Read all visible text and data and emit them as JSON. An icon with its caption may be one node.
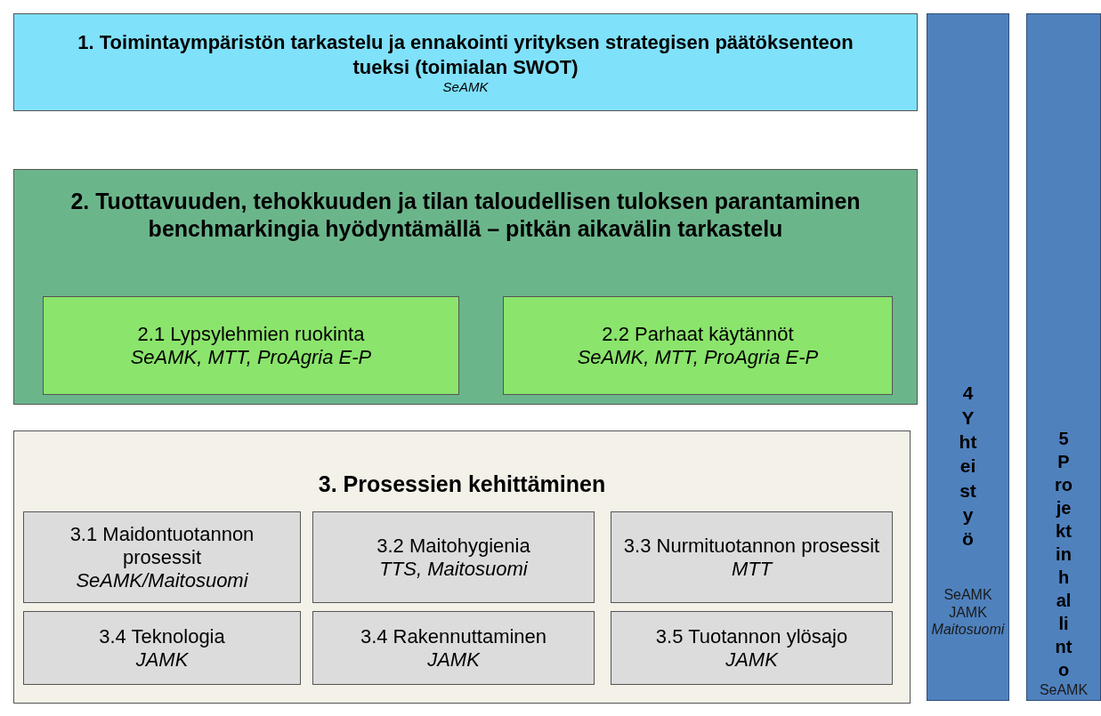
{
  "diagram": {
    "nodes": [
      {
        "text": [
          "1. Toimintaympäristön tarkastelu ja ennakointi yrityksen strategisen päätöksenteon tueksi (toimialan SWOT)",
          "SeAMK"
        ]
      },
      {
        "text": [
          "2. Tuottavuuden, tehokkuuden ja tilan taloudellisen tuloksen parantaminen benchmarkingia hyödyntämällä – pitkän aikavälin tarkastelu"
        ]
      },
      {
        "text": [
          "2.1 Lypsylehmien ruokinta",
          "SeAMK, MTT, ProAgria E-P"
        ],
        "in": 1
      },
      {
        "text": [
          "2.2 Parhaat käytännöt",
          "SeAMK, MTT, ProAgria E-P"
        ],
        "in": 1
      },
      {
        "text": [
          "3. Prosessien kehittäminen"
        ]
      },
      {
        "text": [
          "3.1 Maidontuotannon prosessit",
          "SeAMK/Maitosuomi"
        ],
        "in": 4
      },
      {
        "text": [
          "3.2 Maitohygienia",
          "TTS, Maitosuomi"
        ],
        "in": 4
      },
      {
        "text": [
          "3.3 Nurmituotannon prosessit",
          "MTT"
        ],
        "in": 4
      },
      {
        "text": [
          "3.4 Teknologia",
          "JAMK"
        ],
        "in": 4
      },
      {
        "text": [
          "3.4 Rakennuttaminen",
          "JAMK"
        ],
        "in": 4
      },
      {
        "text": [
          "3.5 Tuotannon ylösajo",
          "JAMK"
        ],
        "in": 4
      },
      {
        "text": [
          "4 Yhteistyö",
          "SeAMK JAMK *Maitosuomi*"
        ]
      },
      {
        "text": [
          "5 Projektin hallinto",
          "SeAMK"
        ]
      }
    ]
  }
}
